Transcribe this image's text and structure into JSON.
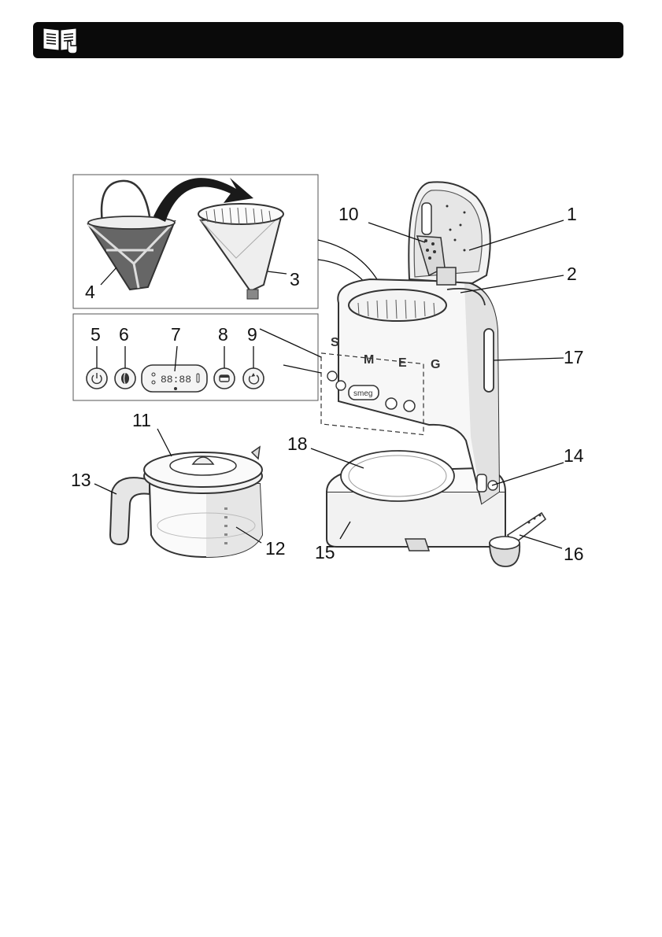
{
  "header": {
    "icon": "manual-touch-icon",
    "color": "#0a0a0a"
  },
  "callouts": [
    {
      "id": "c1",
      "label": "1"
    },
    {
      "id": "c2",
      "label": "2"
    },
    {
      "id": "c3",
      "label": "3"
    },
    {
      "id": "c4",
      "label": "4"
    },
    {
      "id": "c5",
      "label": "5"
    },
    {
      "id": "c6",
      "label": "6"
    },
    {
      "id": "c7",
      "label": "7"
    },
    {
      "id": "c8",
      "label": "8"
    },
    {
      "id": "c9",
      "label": "9"
    },
    {
      "id": "c10",
      "label": "10"
    },
    {
      "id": "c11",
      "label": "11"
    },
    {
      "id": "c12",
      "label": "12"
    },
    {
      "id": "c13",
      "label": "13"
    },
    {
      "id": "c14",
      "label": "14"
    },
    {
      "id": "c15",
      "label": "15"
    },
    {
      "id": "c16",
      "label": "16"
    },
    {
      "id": "c17",
      "label": "17"
    },
    {
      "id": "c18",
      "label": "18"
    }
  ],
  "machine": {
    "logo_letters": [
      "S",
      "M",
      "E",
      "G"
    ],
    "display_text": "88:88",
    "badge_text": "smeg"
  }
}
